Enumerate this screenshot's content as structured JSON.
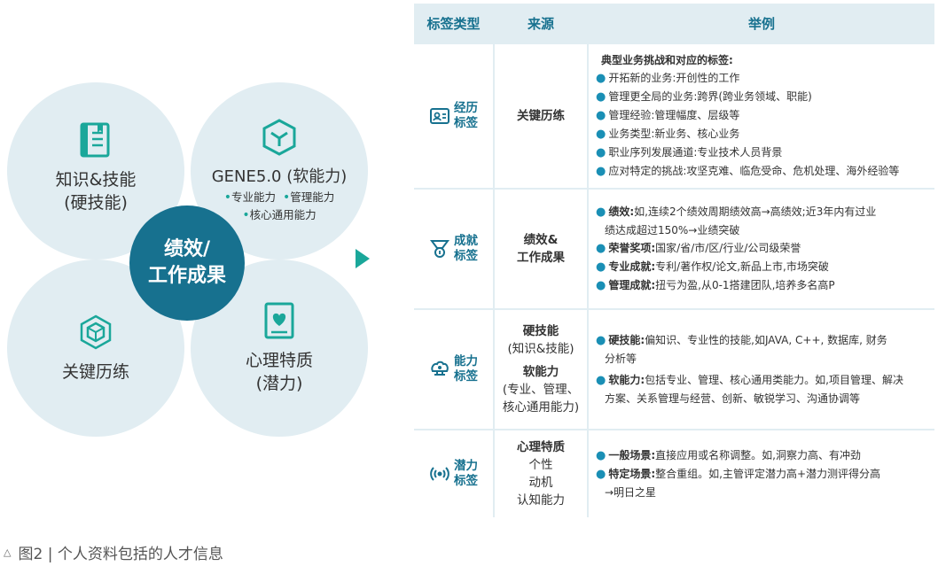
{
  "diagram": {
    "knowledge": {
      "line1": "知识&技能",
      "line2": "(硬技能)"
    },
    "gene": {
      "title": "GENE5.0 (软能力)",
      "item1": "专业能力",
      "item2": "管理能力",
      "item3": "核心通用能力"
    },
    "experience": {
      "title": "关键历练"
    },
    "psych": {
      "line1": "心理特质",
      "line2": "(潜力)"
    },
    "center": {
      "line1": "绩效/",
      "line2": "工作成果"
    }
  },
  "table": {
    "headers": [
      "标签类型",
      "来源",
      "举例"
    ],
    "rows": [
      {
        "tag": [
          "经历",
          "标签"
        ],
        "icon": "profile-card-icon",
        "source": [
          "关键历练"
        ],
        "example_head": "典型业务挑战和对应的标签:",
        "examples": [
          {
            "text": "开拓新的业务:开创性的工作"
          },
          {
            "text": "管理更全局的业务:跨界(跨业务领域、职能)"
          },
          {
            "text": "管理经验:管理幅度、层级等"
          },
          {
            "text": "业务类型:新业务、核心业务"
          },
          {
            "text": "职业序列发展通道:专业技术人员背景"
          },
          {
            "text": "应对特定的挑战:攻坚克难、临危受命、危机处理、海外经验等"
          }
        ]
      },
      {
        "tag": [
          "成就",
          "标签"
        ],
        "icon": "medal-icon",
        "source": [
          "绩效&",
          "工作成果"
        ],
        "examples": [
          {
            "bold": "绩效:",
            "text": "如,连续2个绩效周期绩效高→高绩效;近3年内有过业",
            "cont": "绩达成超过150%→业绩突破"
          },
          {
            "bold": "荣誉奖项:",
            "text": "国家/省/市/区/行业/公司级荣誉"
          },
          {
            "bold": "专业成就:",
            "text": "专利/著作权/论文,新品上市,市场突破"
          },
          {
            "bold": "管理成就:",
            "text": "扭亏为盈,从0-1搭建团队,培养多名高P"
          }
        ]
      },
      {
        "tag": [
          "能力",
          "标签"
        ],
        "icon": "brain-icon",
        "source": [
          "硬技能",
          "(知识&技能)",
          "软能力",
          "(专业、管理、",
          "核心通用能力)"
        ],
        "examples": [
          {
            "bold": "硬技能:",
            "text": "偏知识、专业性的技能,如JAVA, C++, 数据库, 财务",
            "cont": "分析等"
          },
          {
            "bold": "软能力:",
            "text": "包括专业、管理、核心通用类能力。如,项目管理、解决",
            "cont": "方案、关系管理与经营、创新、敏锐学习、沟通协调等"
          }
        ]
      },
      {
        "tag": [
          "潜力",
          "标签"
        ],
        "icon": "signal-icon",
        "source": [
          "心理特质",
          "个性",
          "动机",
          "认知能力"
        ],
        "examples": [
          {
            "bold": "一般场景:",
            "text": "直接应用或名称调整。如,洞察力高、有冲劲"
          },
          {
            "bold": "特定场景:",
            "text": "整合重组。如,主管评定潜力高+潜力测评得分高",
            "cont": "→明日之星"
          }
        ]
      }
    ]
  },
  "caption": "图2 | 个人资料包括的人才信息",
  "colors": {
    "teal": "#1aa79a",
    "navy": "#17718f",
    "light": "#e1edf2"
  }
}
